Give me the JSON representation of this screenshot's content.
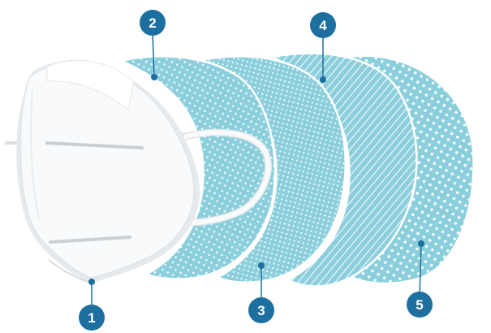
{
  "diagram": {
    "subject": "mask-layers-exploded-view",
    "colors": {
      "badge": "#1c6f9e",
      "layer_fill": "#8ccfdc",
      "layer_edge": "#ffffff",
      "mask_body": "#f7f9fa",
      "mask_shadow": "#e3e8eb",
      "strap": "#f4f6f7"
    },
    "callouts": [
      {
        "label": "1",
        "target": "outer-mask"
      },
      {
        "label": "2",
        "target": "layer-dotted-sparse"
      },
      {
        "label": "3",
        "target": "layer-dotted-dense"
      },
      {
        "label": "4",
        "target": "layer-striped"
      },
      {
        "label": "5",
        "target": "layer-dotted-large"
      }
    ]
  }
}
